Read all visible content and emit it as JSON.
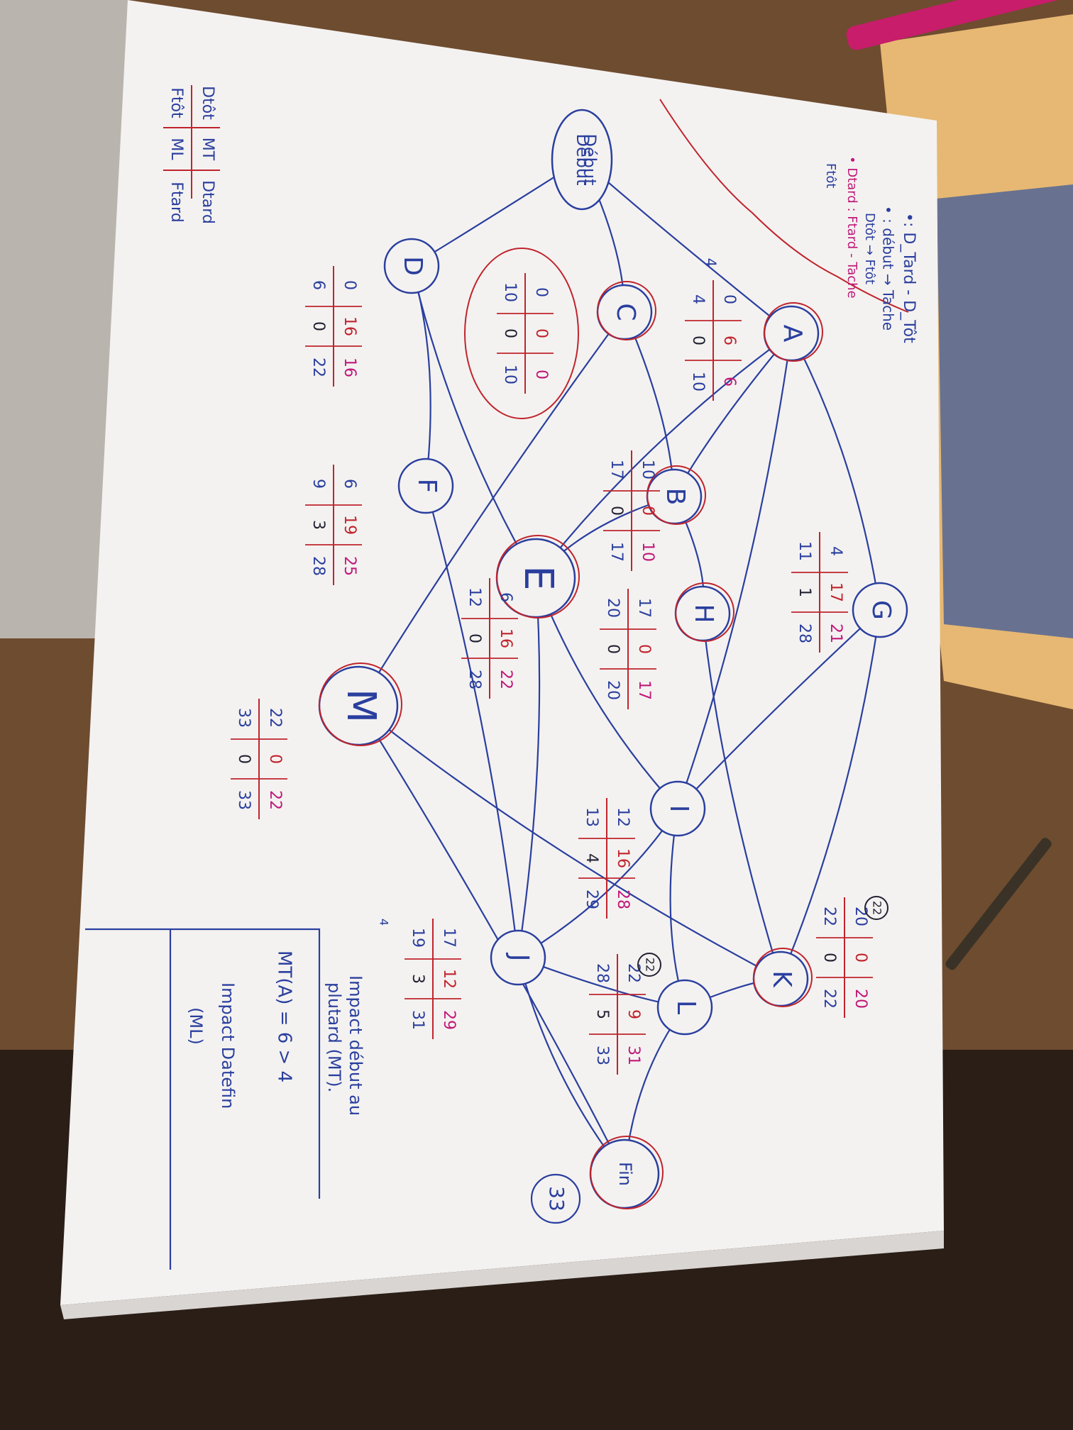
{
  "scene": {
    "description_colors": {
      "table": "#6b4a2e",
      "paper": "#f4f2f1",
      "ink_blue": "#2a3f9e",
      "ink_red": "#c0242c",
      "ink_pink": "#c01878",
      "ink_dark": "#222233"
    }
  },
  "legend": {
    "line1": "•: D_Tard - D_Tôt",
    "line2": "• : début → Tache",
    "line3": "Dtôt → Ftôt",
    "line4": "• Dtard : Ftard - Tache",
    "line5": "Ftôt",
    "cross_tl": "Dtôt",
    "cross_tr": "MT",
    "cross_r": "Dtard",
    "cross_bl": "Ftôt",
    "cross_bm": "ML",
    "cross_br": "Ftard"
  },
  "nodes": {
    "debut": "Début",
    "A": "A",
    "B": "B",
    "C": "C",
    "D": "D",
    "E": "E",
    "F": "F",
    "G": "G",
    "H": "H",
    "I": "I",
    "J": "J",
    "K": "K",
    "L": "L",
    "M": "M",
    "fin": "Fin",
    "fin_total": "33"
  },
  "tables": {
    "A": {
      "tl": "0",
      "tm": "6",
      "tr": "6",
      "bl": "4",
      "bm": "0",
      "br": "10",
      "side": "4"
    },
    "C": {
      "tl": "0",
      "tm": "0",
      "tr": "0",
      "bl": "10",
      "bm": "0",
      "br": "10"
    },
    "D": {
      "tl": "0",
      "tm": "16",
      "tr": "16",
      "bl": "6",
      "bm": "0",
      "br": "22"
    },
    "F": {
      "tl": "6",
      "tm": "19",
      "tr": "25",
      "bl": "9",
      "bm": "3",
      "br": "28"
    },
    "B": {
      "tl": "10",
      "tm": "0",
      "tr": "10",
      "bl": "17",
      "bm": "0",
      "br": "17"
    },
    "E": {
      "tl": "6",
      "tm": "16",
      "tr": "22",
      "bl": "12",
      "bm": "0",
      "br": "28"
    },
    "G": {
      "tl": "4",
      "tm": "17",
      "tr": "21",
      "bl": "11",
      "bm": "1",
      "br": "28"
    },
    "H": {
      "tl": "17",
      "tm": "0",
      "tr": "17",
      "bl": "20",
      "bm": "0",
      "br": "20"
    },
    "M": {
      "tl": "22",
      "tm": "0",
      "tr": "22",
      "bl": "33",
      "bm": "0",
      "br": "33"
    },
    "I": {
      "tl": "12",
      "tm": "16",
      "tr": "28",
      "bl": "13",
      "bm": "4",
      "br": "29"
    },
    "J": {
      "tl": "17",
      "tm": "12",
      "tr": "29",
      "bl": "19",
      "bm": "3",
      "br": "31"
    },
    "K": {
      "tl": "20",
      "tm": "0",
      "tr": "20",
      "bl": "22",
      "bm": "0",
      "br": "22",
      "circ": "22"
    },
    "L": {
      "tl": "22",
      "tm": "9",
      "tr": "31",
      "bl": "28",
      "bm": "5",
      "br": "33",
      "circ": "22"
    }
  },
  "notes": {
    "impact1a": "Impact début au",
    "impact1b": "plutard (MT).",
    "mt_eq": "MT(A) = 6 > 4",
    "impact2": "Impact Datefin",
    "impact3": "(ML)",
    "small_4": "4"
  }
}
